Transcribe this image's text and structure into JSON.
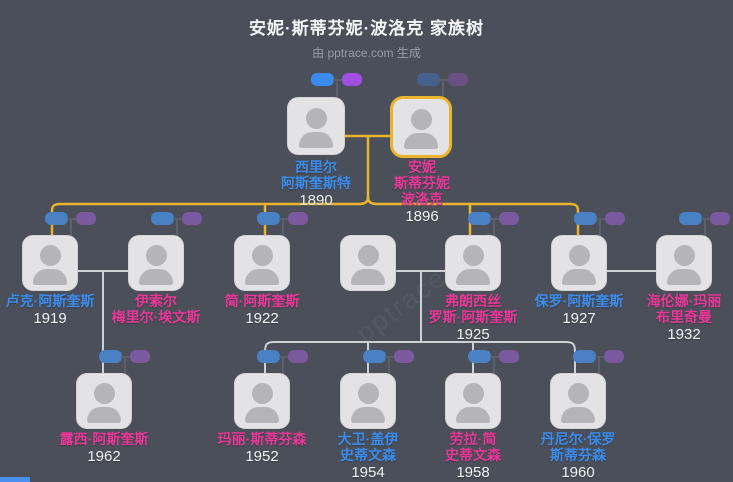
{
  "header": {
    "title": "安妮·斯蒂芬妮·波洛克 家族树",
    "subtitle": "由 pptrace.com 生成",
    "watermark": "pptrace.com"
  },
  "colors": {
    "background": "#4a4f59",
    "card": "#e3e3e5",
    "highlight_border": "#eab42f",
    "lineage_line": "#eab42f",
    "family_line": "#cdd0d4",
    "male_name": "#3d8ced",
    "female_name": "#ea3899",
    "year_text": "#f2f3f5",
    "father_pill_default": "#4a80c4",
    "mother_pill_default": "#7a599f",
    "bottom_bar": "#4a90f0"
  },
  "people": [
    {
      "name": "西里尔\n阿斯奎斯特",
      "year": "1890",
      "name_color": "#3d8ced",
      "father_pill": "#3c8cf0",
      "mother_pill": "#a14fe0"
    },
    {
      "name": "安妮\n斯蒂芬妮\n波洛克",
      "year": "1896",
      "name_color": "#ea3899",
      "father_pill": "#46618c",
      "mother_pill": "#6b5084"
    },
    {
      "name": "卢克·阿斯奎斯",
      "year": "1919",
      "name_color": "#3d8ced",
      "father_pill": "#4a80c4",
      "mother_pill": "#7a599f"
    },
    {
      "name": "伊索尔\n梅里尔·埃文斯",
      "year": "",
      "name_color": "#ea3899",
      "father_pill": "#4a80c4",
      "mother_pill": "#7a599f"
    },
    {
      "name": "简·阿斯奎斯",
      "year": "1922",
      "name_color": "#ea3899",
      "father_pill": "#4a80c4",
      "mother_pill": "#7a599f"
    },
    {
      "name": "",
      "year": "",
      "name_color": "#e3e3e5",
      "father_pill": "",
      "mother_pill": ""
    },
    {
      "name": "弗朗西丝\n罗斯·阿斯奎斯",
      "year": "1925",
      "name_color": "#ea3899",
      "father_pill": "#4a80c4",
      "mother_pill": "#7a599f"
    },
    {
      "name": "保罗·阿斯奎斯",
      "year": "1927",
      "name_color": "#3d8ced",
      "father_pill": "#4a80c4",
      "mother_pill": "#7a599f"
    },
    {
      "name": "海伦娜·玛丽\n布里奇曼",
      "year": "1932",
      "name_color": "#ea3899",
      "father_pill": "#4a80c4",
      "mother_pill": "#7a599f"
    },
    {
      "name": "露西·阿斯奎斯",
      "year": "1962",
      "name_color": "#ea3899",
      "father_pill": "#4a80c4",
      "mother_pill": "#7a599f"
    },
    {
      "name": "玛丽·斯蒂芬森",
      "year": "1952",
      "name_color": "#ea3899",
      "father_pill": "#4a80c4",
      "mother_pill": "#7a599f"
    },
    {
      "name": "大卫·盖伊\n史蒂文森",
      "year": "1954",
      "name_color": "#3d8ced",
      "father_pill": "#4a80c4",
      "mother_pill": "#7a599f"
    },
    {
      "name": "劳拉·简\n史蒂文森",
      "year": "1958",
      "name_color": "#ea3899",
      "father_pill": "#4a80c4",
      "mother_pill": "#7a599f"
    },
    {
      "name": "丹尼尔·保罗\n斯蒂芬森",
      "year": "1960",
      "name_color": "#3d8ced",
      "father_pill": "#4a80c4",
      "mother_pill": "#7a599f"
    }
  ]
}
